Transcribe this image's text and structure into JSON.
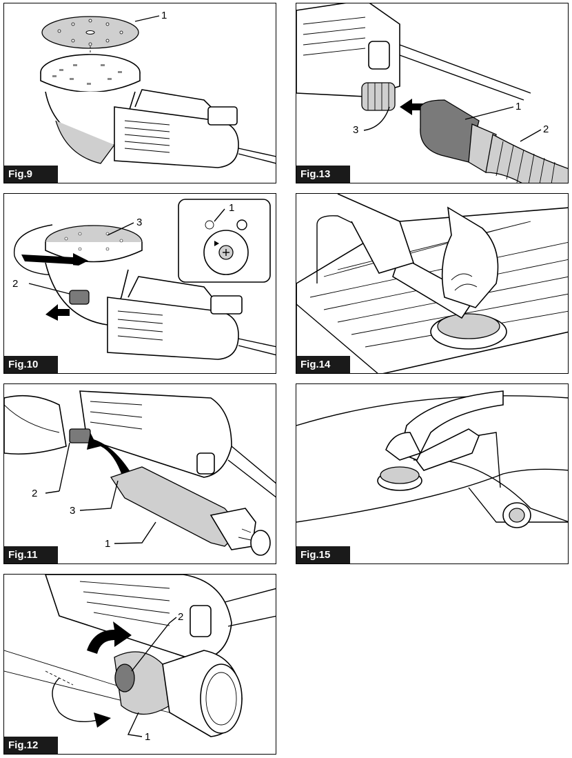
{
  "figures": [
    {
      "label": "Fig.9",
      "callouts": [
        "1"
      ]
    },
    {
      "label": "Fig.13",
      "callouts": [
        "1",
        "2",
        "3"
      ]
    },
    {
      "label": "Fig.10",
      "callouts": [
        "1",
        "2",
        "3"
      ]
    },
    {
      "label": "Fig.14",
      "callouts": []
    },
    {
      "label": "Fig.11",
      "callouts": [
        "1",
        "2",
        "3"
      ]
    },
    {
      "label": "Fig.15",
      "callouts": []
    },
    {
      "label": "Fig.12",
      "callouts": [
        "1",
        "2"
      ]
    }
  ]
}
